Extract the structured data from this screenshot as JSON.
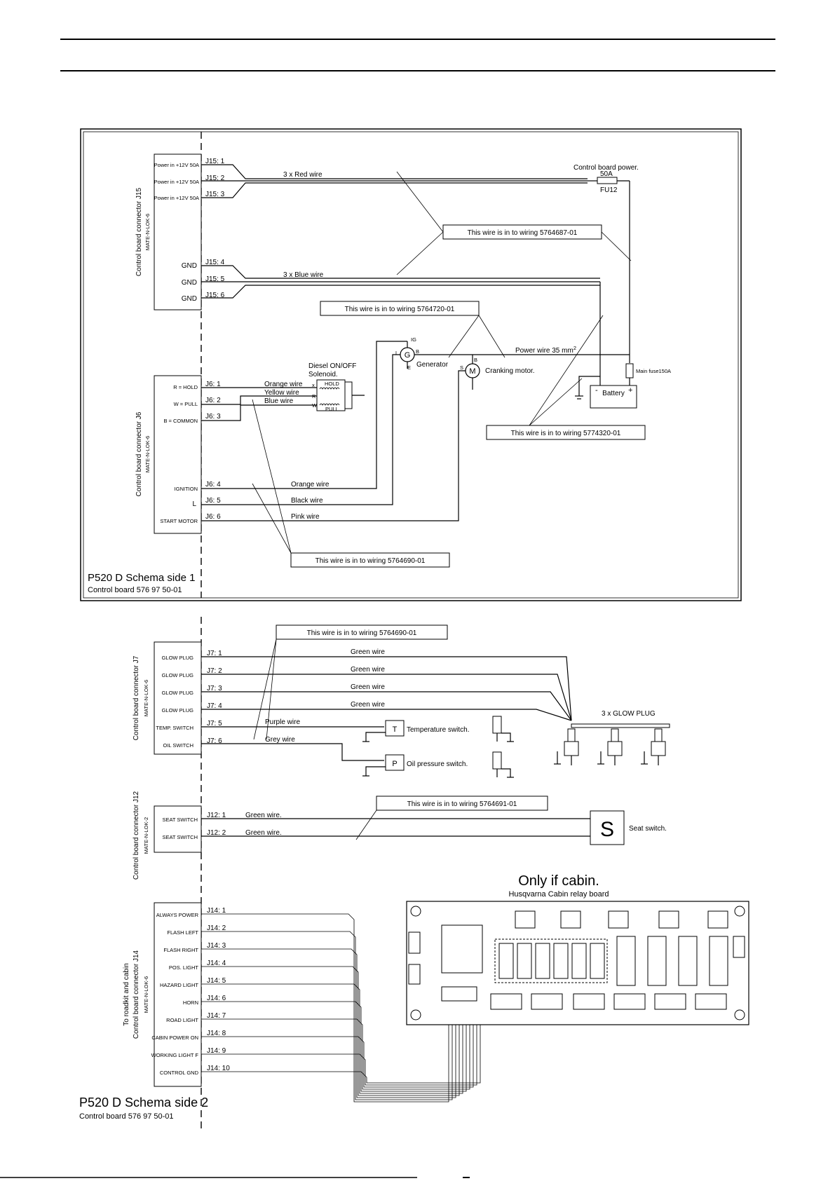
{
  "side1": {
    "title": "P520 D Schema side 1",
    "board": "Control board 576 97 50-01",
    "j15": {
      "label": "Control board connector J15",
      "type": "MATE-N-LOK-6",
      "pins": [
        {
          "id": "J15: 1",
          "desc": "Power in +12V 50A"
        },
        {
          "id": "J15: 2",
          "desc": "Power in +12V 50A"
        },
        {
          "id": "J15: 3",
          "desc": "Power in +12V 50A"
        },
        {
          "id": "J15: 4",
          "desc": "GND"
        },
        {
          "id": "J15: 5",
          "desc": "GND"
        },
        {
          "id": "J15: 6",
          "desc": "GND"
        }
      ]
    },
    "j6": {
      "label": "Control board connector J6",
      "type": "MATE-N-LOK-6",
      "pins": [
        {
          "id": "J6: 1",
          "desc": "R = HOLD"
        },
        {
          "id": "J6: 2",
          "desc": "W = PULL"
        },
        {
          "id": "J6: 3",
          "desc": "B = COMMON"
        },
        {
          "id": "J6: 4",
          "desc": "IGNITION"
        },
        {
          "id": "J6: 5",
          "desc": "L"
        },
        {
          "id": "J6: 6",
          "desc": "START MOTOR"
        }
      ]
    },
    "wires": {
      "red": "3 x Red wire",
      "blue": "3 x Blue wire",
      "orange1": "Orange wire",
      "yellow": "Yellow wire",
      "blue1": "Blue wire",
      "orange2": "Orange wire",
      "black": "Black wire",
      "pink": "Pink wire",
      "power": "Power wire 35 mm",
      "power_sup": "2"
    },
    "notes": {
      "n1": "This wire is in to wiring 5764687-01",
      "n2": "This wire is in to wiring 5764720-01",
      "n3": "This wire is in to wiring 5774320-01",
      "n4": "This wire is in to wiring 5764690-01"
    },
    "components": {
      "ctrl_power": "Control board power.",
      "fuse_rating": "50A",
      "fuse_id": "FU12",
      "solenoid1": "Diesel ON/OFF",
      "solenoid2": "Solenoid.",
      "hold": "HOLD",
      "pull": "PULL",
      "generator": "Generator",
      "cranking": "Cranking motor.",
      "battery": "Battery",
      "main_fuse": "Main fuse150A",
      "g": "G",
      "m": "M",
      "ig": "IG",
      "l": "L",
      "b": "B",
      "e": "E",
      "s": "S",
      "minus": "-",
      "plus": "+",
      "x": "x",
      "r": "R",
      "w": "W"
    }
  },
  "side2": {
    "title": "P520 D Schema side 2",
    "board": "Control board 576 97 50-01",
    "j7": {
      "label": "Control board connector J7",
      "type": "MATE-N-LOK-6",
      "pins": [
        {
          "id": "J7: 1",
          "desc": "GLOW PLUG",
          "wire": "Green wire"
        },
        {
          "id": "J7: 2",
          "desc": "GLOW PLUG",
          "wire": "Green wire"
        },
        {
          "id": "J7: 3",
          "desc": "GLOW PLUG",
          "wire": "Green wire"
        },
        {
          "id": "J7: 4",
          "desc": "GLOW PLUG",
          "wire": "Green wire"
        },
        {
          "id": "J7: 5",
          "desc": "TEMP. SWITCH",
          "wire": "Purple wire"
        },
        {
          "id": "J7: 6",
          "desc": "OIL SWITCH",
          "wire": "Grey wire"
        }
      ]
    },
    "j12": {
      "label": "Control board connector J12",
      "type": "MATE-N-LOK-2",
      "pins": [
        {
          "id": "J12: 1",
          "desc": "SEAT SWITCH",
          "wire": "Green wire."
        },
        {
          "id": "J12: 2",
          "desc": "SEAT SWITCH",
          "wire": "Green wire."
        }
      ]
    },
    "j14": {
      "label1": "To roadkit and cabin",
      "label2": "Control board connector J14",
      "type": "MATE-N-LOK-6",
      "pins": [
        {
          "id": "J14: 1",
          "desc": "ALWAYS POWER"
        },
        {
          "id": "J14: 2",
          "desc": "FLASH LEFT"
        },
        {
          "id": "J14: 3",
          "desc": "FLASH RIGHT"
        },
        {
          "id": "J14: 4",
          "desc": "POS. LIGHT"
        },
        {
          "id": "J14: 5",
          "desc": "HAZARD LIGHT"
        },
        {
          "id": "J14: 6",
          "desc": "HORN"
        },
        {
          "id": "J14: 7",
          "desc": "ROAD LIGHT"
        },
        {
          "id": "J14: 8",
          "desc": "CABIN POWER ON"
        },
        {
          "id": "J14: 9",
          "desc": "WORKING LIGHT F"
        },
        {
          "id": "J14: 10",
          "desc": "CONTROL GND"
        }
      ]
    },
    "notes": {
      "n1": "This wire is in to wiring 5764690-01",
      "n2": "This wire is in to wiring 5764691-01"
    },
    "components": {
      "glow": "3 x GLOW PLUG",
      "temp": "Temperature switch.",
      "oil": "Oil pressure switch.",
      "seat": "Seat switch.",
      "t": "T",
      "p": "P",
      "s": "S",
      "cabin1": "Only if cabin.",
      "cabin2": "Husqvarna Cabin relay board"
    }
  }
}
